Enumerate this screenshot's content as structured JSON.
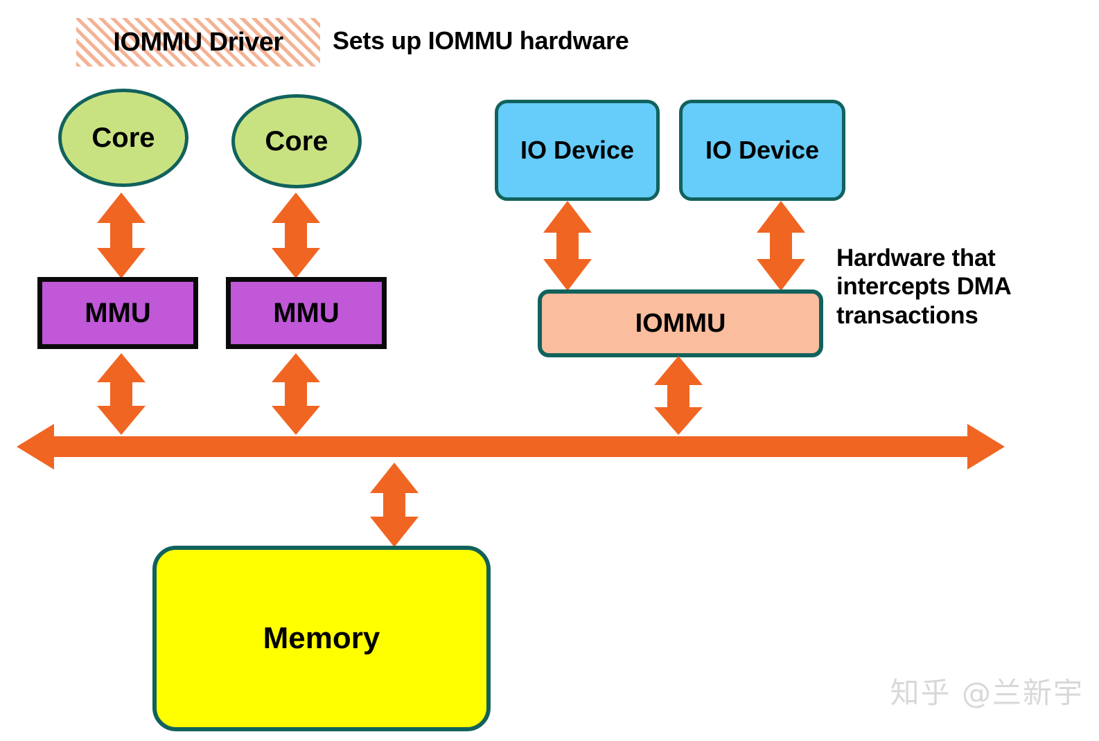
{
  "header": {
    "driver_label": "IOMMU Driver",
    "driver_note": "Sets up IOMMU hardware"
  },
  "nodes": {
    "cores": [
      {
        "label": "Core"
      },
      {
        "label": "Core"
      }
    ],
    "mmus": [
      {
        "label": "MMU"
      },
      {
        "label": "MMU"
      }
    ],
    "io_devices": [
      {
        "label": "IO Device"
      },
      {
        "label": "IO Device"
      }
    ],
    "iommu": {
      "label": "IOMMU"
    },
    "memory": {
      "label": "Memory"
    }
  },
  "annotations": {
    "hardware_note_lines": [
      "Hardware that",
      "intercepts DMA",
      "transactions"
    ]
  },
  "watermark": {
    "text": "知乎 @兰新宇"
  },
  "colors": {
    "arrow_orange": "#f16522",
    "core_fill": "#c9e281",
    "teal_border": "#11625c",
    "mmu_fill": "#c058d8",
    "mmu_border": "#0a0a0a",
    "io_fill": "#66ccfa",
    "iommu_fill": "#fabd9e",
    "memory_fill": "#ffff00",
    "hatch_stripe": "#f3b395",
    "watermark": "#d8d8d8"
  }
}
